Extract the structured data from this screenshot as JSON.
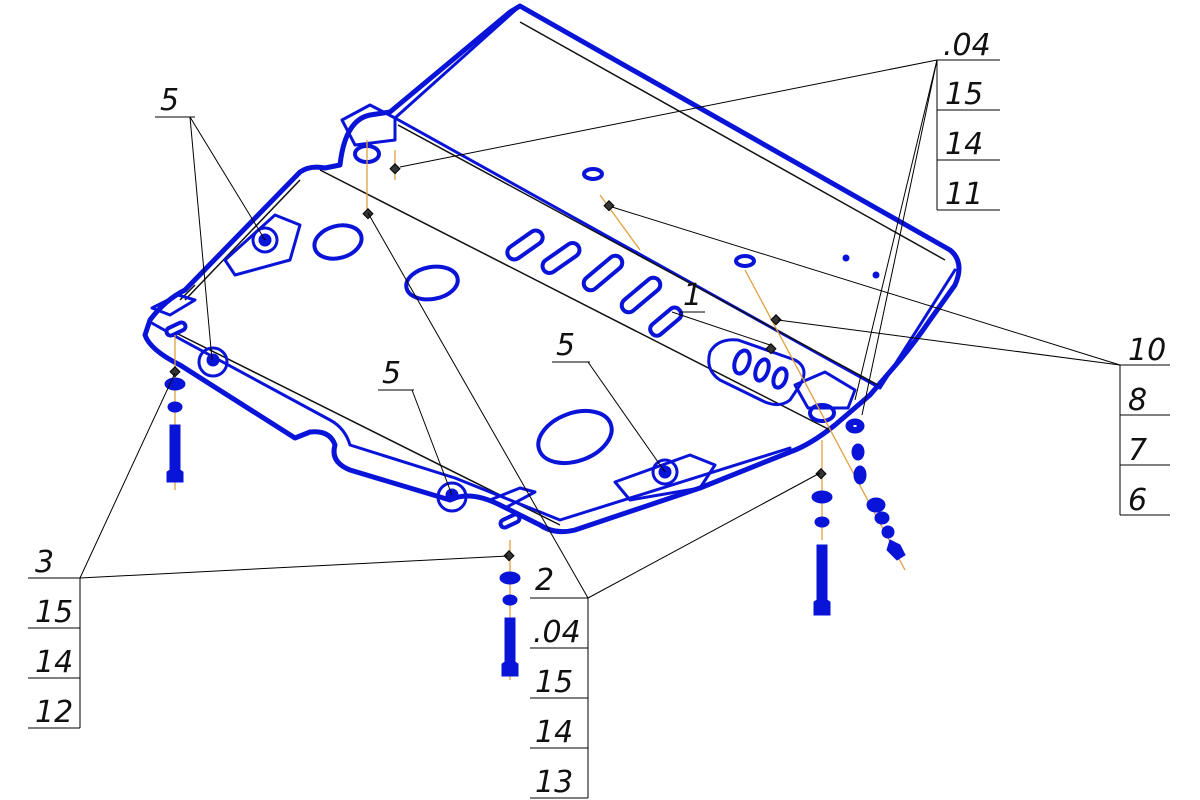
{
  "callouts": {
    "top_right": [
      "15",
      "14",
      "11"
    ],
    "top_right_head": ".04",
    "right": [
      "8",
      "7",
      "6"
    ],
    "right_head": "10",
    "left_bottom": [
      "15",
      "14",
      "12"
    ],
    "left_bottom_head": "3",
    "mid_bottom": [
      "15",
      "14",
      "13"
    ],
    "mid_bottom_head": ".04",
    "mid_bottom_top": "2",
    "item_1": "1",
    "item_5": "5"
  },
  "colors": {
    "part_outline": "#0a14d8",
    "axis_line": "#e0a040",
    "leader_line": "#000000"
  }
}
